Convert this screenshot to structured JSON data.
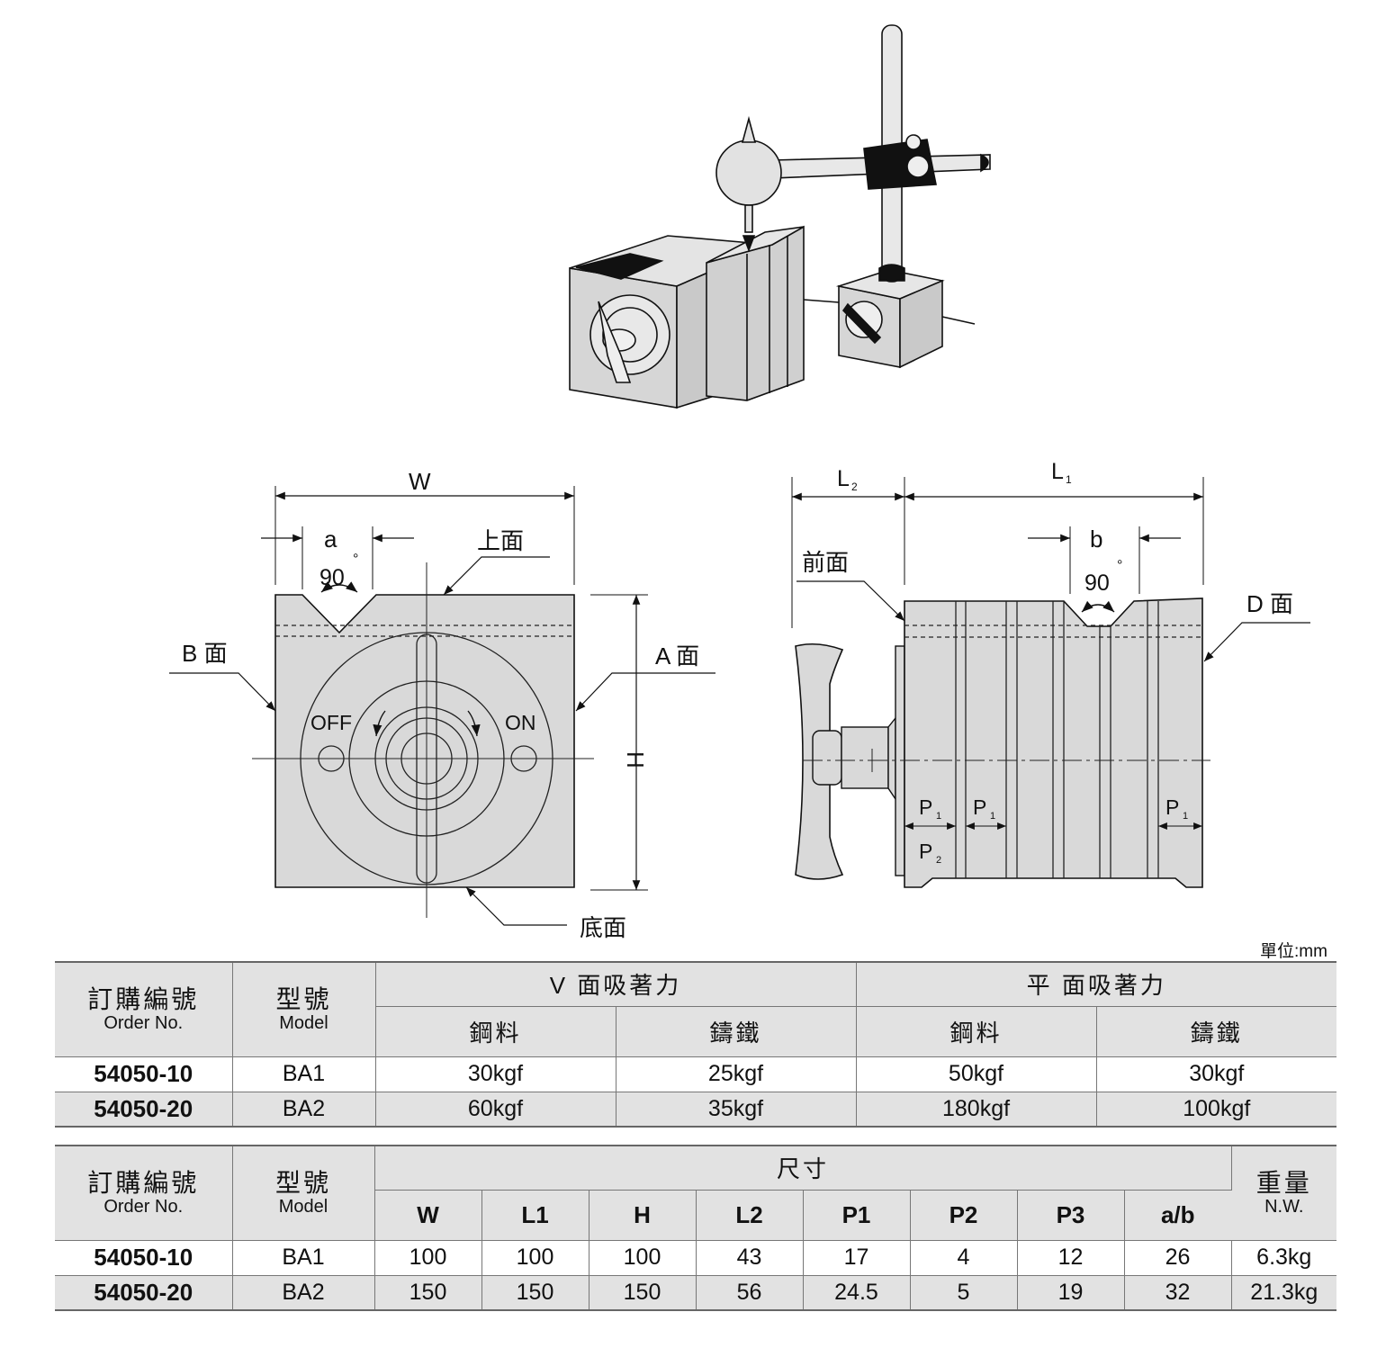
{
  "drawing": {
    "front_labels": {
      "width": "W",
      "angle_a": "a",
      "angle_value": "90",
      "degree": "°",
      "top_face": "上面",
      "face_b": "B 面",
      "face_a": "A 面",
      "off": "OFF",
      "on": "ON",
      "height": "H",
      "bottom_face": "底面"
    },
    "side_labels": {
      "l2": "L",
      "l2_sub": "2",
      "l1": "L",
      "l1_sub": "1",
      "front_face": "前面",
      "angle_b": "b",
      "angle_value": "90",
      "degree": "°",
      "face_d": "D 面",
      "p": "P",
      "p1_sub": "1",
      "p2_sub": "2"
    }
  },
  "unit_label": "單位:mm",
  "table1": {
    "order_zh": "訂購編號",
    "order_en": "Order No.",
    "model_zh": "型號",
    "model_en": "Model",
    "v_face": "V 面吸著力",
    "flat_face": "平 面吸著力",
    "steel": "鋼料",
    "cast_iron": "鑄鐵",
    "rows": [
      {
        "order": "54050-10",
        "model": "BA1",
        "v_steel": "30kgf",
        "v_iron": "25kgf",
        "f_steel": "50kgf",
        "f_iron": "30kgf"
      },
      {
        "order": "54050-20",
        "model": "BA2",
        "v_steel": "60kgf",
        "v_iron": "35kgf",
        "f_steel": "180kgf",
        "f_iron": "100kgf"
      }
    ]
  },
  "table2": {
    "order_zh": "訂購編號",
    "order_en": "Order No.",
    "model_zh": "型號",
    "model_en": "Model",
    "dims": "尺寸",
    "weight_zh": "重量",
    "weight_en": "N.W.",
    "columns": [
      "W",
      "L1",
      "H",
      "L2",
      "P1",
      "P2",
      "P3",
      "a/b"
    ],
    "rows": [
      {
        "order": "54050-10",
        "model": "BA1",
        "values": [
          "100",
          "100",
          "100",
          "43",
          "17",
          "4",
          "12",
          "26"
        ],
        "weight": "6.3kg"
      },
      {
        "order": "54050-20",
        "model": "BA2",
        "values": [
          "150",
          "150",
          "150",
          "56",
          "24.5",
          "5",
          "19",
          "32"
        ],
        "weight": "21.3kg"
      }
    ]
  }
}
